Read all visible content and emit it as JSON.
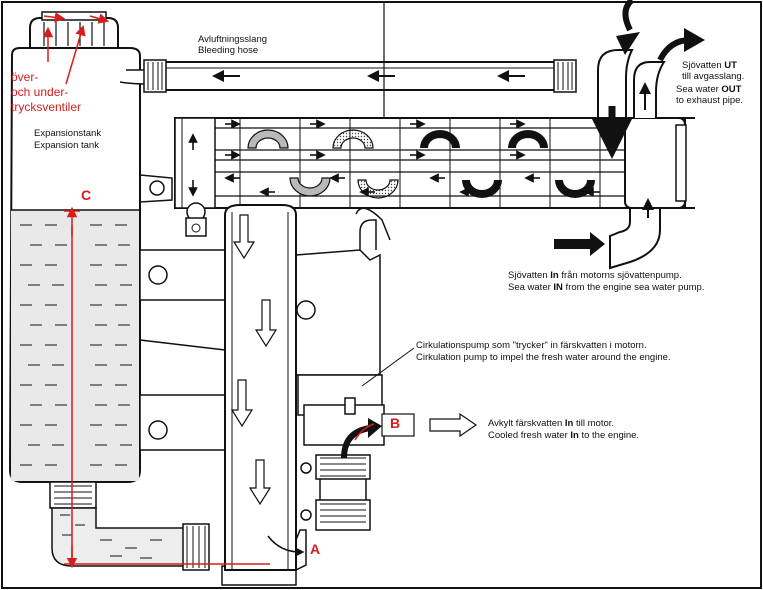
{
  "labels": {
    "valves_line1": "över-",
    "valves_line2": "och under-",
    "valves_line3": "trycksventiler",
    "tank_sv": "Expansionstank",
    "tank_en": "Expansion tank",
    "hose_sv": "Avluftningsslang",
    "hose_en": "Bleeding hose",
    "out_sv_a": "Sjövatten ",
    "out_sv_b": "UT",
    "out_sv_2": "till avgasslang.",
    "out_en_a": "Sea water ",
    "out_en_b": "OUT",
    "out_en_2": "to exhaust pipe.",
    "in_sv_a": "Sjövatten ",
    "in_sv_b": "In",
    "in_sv_c": " från motorns sjövattenpump.",
    "in_en_a": "Sea water ",
    "in_en_b": "IN",
    "in_en_c": " from the engine sea water pump.",
    "pump_sv": "Cirkulationspump som \"trycker\" in färskvatten i motorn.",
    "pump_en": "Cirkulation pump to impel the fresh water around the engine.",
    "cool_sv_a": "Avkylt färskvatten ",
    "cool_sv_b": "In",
    "cool_sv_c": " till motor.",
    "cool_en_a": "Cooled fresh water ",
    "cool_en_b": "In",
    "cool_en_c": " to the engine.",
    "marker_a": "A",
    "marker_b": "B",
    "marker_c": "C"
  },
  "colors": {
    "annotation": "#d71d1d",
    "line": "#111111",
    "shade": "#b9b9b9"
  }
}
